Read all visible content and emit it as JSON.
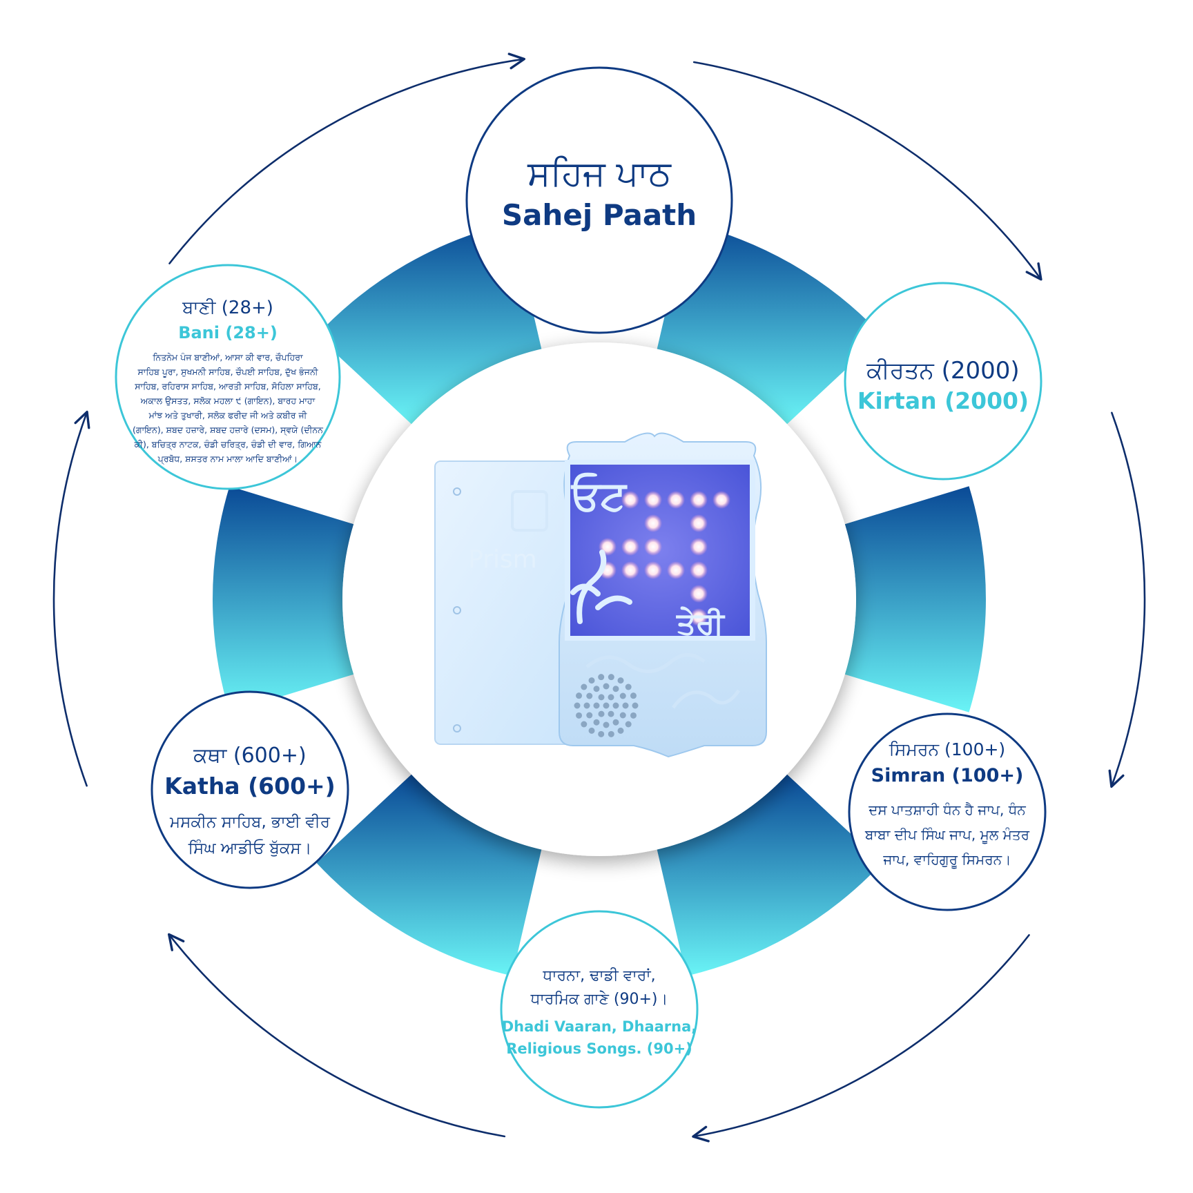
{
  "nodes": {
    "sahej": {
      "punjabi": "ਸਹਿਜ ਪਾਠ",
      "english": "Sahej Paath"
    },
    "kirtan": {
      "punjabi": "ਕੀਰਤਨ (2000)",
      "english": "Kirtan (2000)"
    },
    "simran": {
      "punjabi": "ਸਿਮਰਨ (100+)",
      "english": "Simran (100+)",
      "desc": [
        "ਦਸ ਪਾਤਸ਼ਾਹੀ ਧੰਨ ਹੈ ਜਾਪ, ਧੰਨ",
        "ਬਾਬਾ ਦੀਪ ਸਿੰਘ ਜਾਪ, ਮੂਲ ਮੰਤਰ",
        "ਜਾਪ, ਵਾਹਿਗੁਰੂ ਸਿਮਰਨ।"
      ]
    },
    "dhadi": {
      "punjabi": [
        "ਧਾਰਨਾ, ਢਾਡੀ ਵਾਰਾਂ,",
        "ਧਾਰਮਿਕ ਗਾਣੇ (90+)।"
      ],
      "english": [
        "Dhadi Vaaran, Dhaarna,",
        "Religious Songs.  (90+)"
      ]
    },
    "katha": {
      "punjabi": "ਕਥਾ (600+)",
      "english": "Katha (600+)",
      "desc": [
        "ਮਸਕੀਨ ਸਾਹਿਬ, ਭਾਈ ਵੀਰ",
        "ਸਿੰਘ ਆਡੀਓ ਬੁੱਕਸ।"
      ]
    },
    "bani": {
      "punjabi": "ਬਾਣੀ (28+)",
      "english": "Bani (28+)",
      "desc": [
        "ਨਿਤਨੇਮ ਪੰਜ ਬਾਣੀਆਂ,  ਆਸਾ ਕੀ ਵਾਰ,  ਚੌਪਹਿਰਾ",
        "ਸਾਹਿਬ ਪੂਰਾ, ਸੁਖਮਨੀ ਸਾਹਿਬ, ਚੌਪਈ ਸਾਹਿਬ, ਦੁੱਖ ਭੰਜਨੀ",
        "ਸਾਹਿਬ, ਰਹਿਰਾਸ ਸਾਹਿਬ, ਆਰਤੀ ਸਾਹਿਬ,  ਸੋਹਿਲਾ ਸਾਹਿਬ,",
        "ਅਕਾਲ ਉਸਤਤ, ਸਲੋਕ ਮਹਲਾ  ੯ (ਗਾਇਨ), ਬਾਰਹ ਮਾਹਾ",
        "ਮਾਂਝ ਅਤੇ ਤੁਖਾਰੀ, ਸਲੋਕ  ਫਰੀਦ ਜੀ ਅਤੇ ਕਬੀਰ ਜੀ",
        "(ਗਾਇਨ), ਸ਼ਬਦ ਹਜ਼ਾਰੇ, ਸ਼ਬਦ ਹਜ਼ਾਰੇ (ਦਸਮ), ਸ੍ਵਯੇ (ਦੀਨਨ",
        "ਕੀ), ਬਚਿਤ੍ਰ ਨਾਟਕ,  ਚੰਡੀ ਚਰਿਤ੍ਰ, ਚੰਡੀ ਦੀ ਵਾਰ, ਗਿਆਨ",
        "ਪ੍ਰਬੋਧ, ਸ਼ਸਤਰ ਨਾਮ ਮਾਲਾ ਆਦਿ ਬਾਣੀਆਂ।"
      ]
    }
  },
  "device": {
    "brand": "Prism",
    "screen_top": "ਓਟ",
    "screen_bottom": "ਤੇਰੀ"
  },
  "colors": {
    "ring_top": "#0a4a96",
    "ring_bottom": "#6af4f6",
    "navy": "#0e3a82",
    "cyan": "#3cc6d8",
    "arrow": "#0d2d6b"
  }
}
